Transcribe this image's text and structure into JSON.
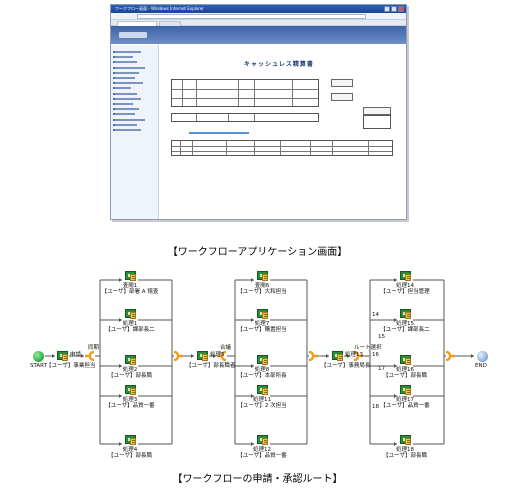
{
  "screenshot": {
    "window_title": "ワークフロー画面 - Windows Internet Explorer",
    "form_title": "キャッシュレス精算書"
  },
  "captions": {
    "top": "【ワークフローアプリケーション画面】",
    "bottom": "【ワークフローの申請・承認ルート】"
  },
  "flow": {
    "start": "START",
    "end": "END",
    "apply": {
      "title": "申請",
      "role": "【ユーザ】事業担当"
    },
    "blocks": [
      {
        "join": "同期",
        "top": {
          "title": "査閲1",
          "role": "【ユーザ】部署 A 稽査"
        },
        "mid1": {
          "title": "処理1",
          "role": "【ユーザ】課部長二"
        },
        "mid2": {
          "title": "処理2",
          "role": "【ユーザ】部長職"
        },
        "mid3": {
          "title": "処理3",
          "role": "【ユーザ】品質一番"
        },
        "bottom": {
          "title": "処理4",
          "role": "【ユーザ】部長職"
        },
        "after": {
          "title": "処理5",
          "role": "【ユーザ】部長職者"
        }
      },
      {
        "join": "合議",
        "top": {
          "title": "査閲6",
          "role": "【ユーザ】大和担当"
        },
        "mid1": {
          "title": "処理7",
          "role": "【ユーザ】購置担当"
        },
        "mid2": {
          "title": "処理8",
          "role": "【ユーザ】本部所長"
        },
        "mid3": {
          "title": "処理11",
          "role": "【ユーザ】2 次担当"
        },
        "bottom": {
          "title": "処理12",
          "role": "【ユーザ】品質一番"
        },
        "after": {
          "title": "処理13",
          "role": "【ユーザ】事務局長"
        }
      },
      {
        "join": "ルート選択",
        "top": {
          "title": "処理14",
          "role": "【ユーザ】担当管理"
        },
        "mid1": {
          "title": "処理15",
          "role": "【ユーザ】課部長二"
        },
        "mid2": {
          "title": "処理16",
          "role": "【ユーザ】部長職"
        },
        "mid3": {
          "title": "処理17",
          "role": "【ユーザ】品質一番"
        },
        "bottom": {
          "title": "処理18",
          "role": "【ユーザ】部長職"
        }
      }
    ],
    "edge_numbers": [
      "14",
      "15",
      "16",
      "17",
      "18"
    ]
  },
  "colors": {
    "start": "#37b24d",
    "end": "#8fb3e0",
    "connector": "#555555",
    "join": "#f0a020"
  }
}
